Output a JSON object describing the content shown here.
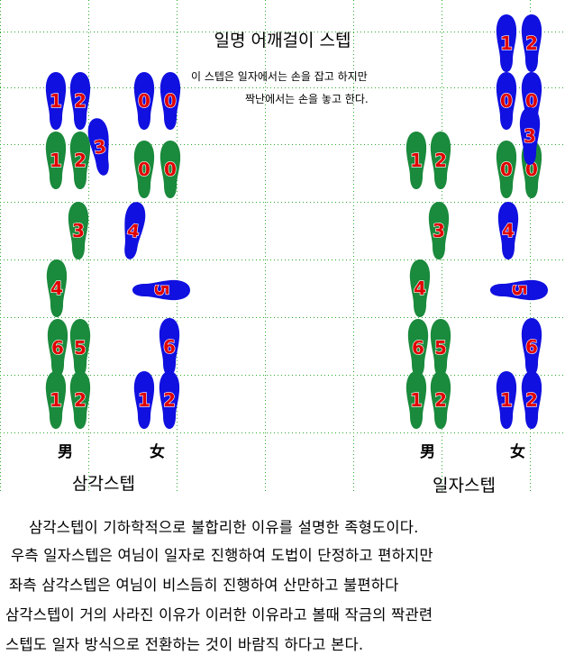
{
  "title": "일명 어깨걸이 스텝",
  "note_line1": "이 스텝은 일자에서는 손을 잡고 하지만",
  "note_line2": "짝난에서는 손을 놓고 한다.",
  "left_diagram": {
    "male_glyph": "男",
    "female_glyph": "女",
    "caption": "삼각스텝"
  },
  "right_diagram": {
    "male_glyph": "男",
    "female_glyph": "女",
    "caption": "일자스텝"
  },
  "description": [
    "삼각스텝이 기하학적으로 불합리한 이유를 설명한 족형도이다.",
    "우측 일자스텝은 여님이 일자로 진행하여 도법이 단정하고 편하지만",
    "좌측 삼각스텝은 여님이 비스듬히 진행하여 산만하고 불편하다",
    "삼각스텝이 거의 사라진 이유가 이러한 이유라고 볼때 작금의 짝관련",
    "스텝도 일자 방식으로 전환하는 것이 바람직 하다고 본다."
  ],
  "colors": {
    "male_foot": "#1a8a3c",
    "female_foot": "#1010e0",
    "step_number": "#e00000",
    "grid": "#2ea82e"
  },
  "footprints": [
    {
      "group": "left",
      "label": "1",
      "color": "female"
    },
    {
      "group": "left",
      "label": "2",
      "color": "female"
    },
    {
      "group": "left",
      "label": "3",
      "color": "female"
    },
    {
      "group": "left",
      "label": "1",
      "color": "male"
    },
    {
      "group": "left",
      "label": "2",
      "color": "male"
    },
    {
      "group": "left",
      "label": "3",
      "color": "male"
    },
    {
      "group": "left",
      "label": "4",
      "color": "male"
    },
    {
      "group": "left",
      "label": "6",
      "color": "male"
    },
    {
      "group": "left",
      "label": "5",
      "color": "male"
    },
    {
      "group": "left",
      "label": "1",
      "color": "male"
    },
    {
      "group": "left",
      "label": "2",
      "color": "male"
    },
    {
      "group": "left",
      "label": "0",
      "color": "female"
    },
    {
      "group": "left",
      "label": "0",
      "color": "female"
    },
    {
      "group": "left",
      "label": "0",
      "color": "male"
    },
    {
      "group": "left",
      "label": "0",
      "color": "male"
    },
    {
      "group": "left",
      "label": "4",
      "color": "female"
    },
    {
      "group": "left",
      "label": "5",
      "color": "female"
    },
    {
      "group": "left",
      "label": "6",
      "color": "female"
    },
    {
      "group": "left",
      "label": "1",
      "color": "female"
    },
    {
      "group": "left",
      "label": "2",
      "color": "female"
    },
    {
      "group": "right",
      "label": "1",
      "color": "male"
    },
    {
      "group": "right",
      "label": "2",
      "color": "male"
    },
    {
      "group": "right",
      "label": "3",
      "color": "male"
    },
    {
      "group": "right",
      "label": "4",
      "color": "male"
    },
    {
      "group": "right",
      "label": "6",
      "color": "male"
    },
    {
      "group": "right",
      "label": "5",
      "color": "male"
    },
    {
      "group": "right",
      "label": "1",
      "color": "male"
    },
    {
      "group": "right",
      "label": "2",
      "color": "male"
    },
    {
      "group": "right",
      "label": "1",
      "color": "female"
    },
    {
      "group": "right",
      "label": "2",
      "color": "female"
    },
    {
      "group": "right",
      "label": "0",
      "color": "female"
    },
    {
      "group": "right",
      "label": "0",
      "color": "female"
    },
    {
      "group": "right",
      "label": "0",
      "color": "male"
    },
    {
      "group": "right",
      "label": "0",
      "color": "male"
    },
    {
      "group": "right",
      "label": "3",
      "color": "female"
    },
    {
      "group": "right",
      "label": "4",
      "color": "female"
    },
    {
      "group": "right",
      "label": "5",
      "color": "female"
    },
    {
      "group": "right",
      "label": "6",
      "color": "female"
    },
    {
      "group": "right",
      "label": "1",
      "color": "female"
    },
    {
      "group": "right",
      "label": "2",
      "color": "female"
    }
  ]
}
